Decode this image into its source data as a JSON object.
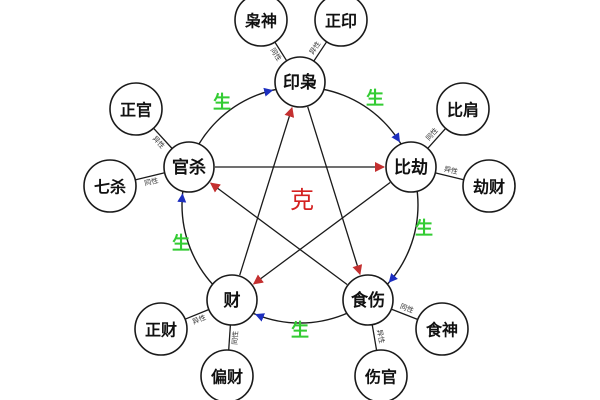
{
  "colors": {
    "sheng_text": "#33cc33",
    "ke_text": "#d42020",
    "cycle_arrow": "#1d2fbf",
    "star_arrow": "#c43030",
    "outline": "#1a1a1a"
  },
  "center_label": "克",
  "sheng_label": "生",
  "main_nodes": [
    {
      "id": "yinxiao",
      "label": "印枭"
    },
    {
      "id": "bijie",
      "label": "比劫"
    },
    {
      "id": "shishang",
      "label": "食伤"
    },
    {
      "id": "cai",
      "label": "财"
    },
    {
      "id": "guansha",
      "label": "官杀"
    }
  ],
  "sub_nodes": [
    {
      "id": "xiaoshen",
      "label": "枭神",
      "parent": "yinxiao",
      "link": "同性"
    },
    {
      "id": "zhengyin",
      "label": "正印",
      "parent": "yinxiao",
      "link": "异性"
    },
    {
      "id": "bijian",
      "label": "比肩",
      "parent": "bijie",
      "link": "同性"
    },
    {
      "id": "jiecai",
      "label": "劫财",
      "parent": "bijie",
      "link": "异性"
    },
    {
      "id": "shishen",
      "label": "食神",
      "parent": "shishang",
      "link": "同性"
    },
    {
      "id": "shangguan",
      "label": "伤官",
      "parent": "shishang",
      "link": "异性"
    },
    {
      "id": "zhengcai",
      "label": "正财",
      "parent": "cai",
      "link": "异性"
    },
    {
      "id": "piancai",
      "label": "偏财",
      "parent": "cai",
      "link": "同性"
    },
    {
      "id": "zhengguan",
      "label": "正官",
      "parent": "guansha",
      "link": "异性"
    },
    {
      "id": "qisha",
      "label": "七杀",
      "parent": "guansha",
      "link": "同性"
    }
  ]
}
